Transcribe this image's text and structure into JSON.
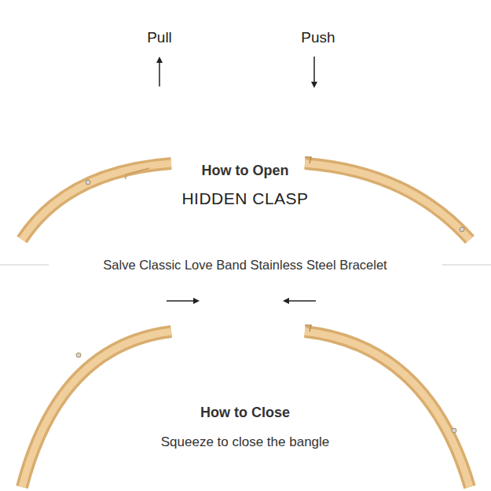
{
  "diagram": {
    "labels": [
      "Pull",
      "Push",
      "How to Open",
      "HIDDEN CLASP",
      "Salve Classic Love Band Stainless Steel Bracelet",
      "How to Close",
      "Squeeze to close the bangle"
    ]
  }
}
